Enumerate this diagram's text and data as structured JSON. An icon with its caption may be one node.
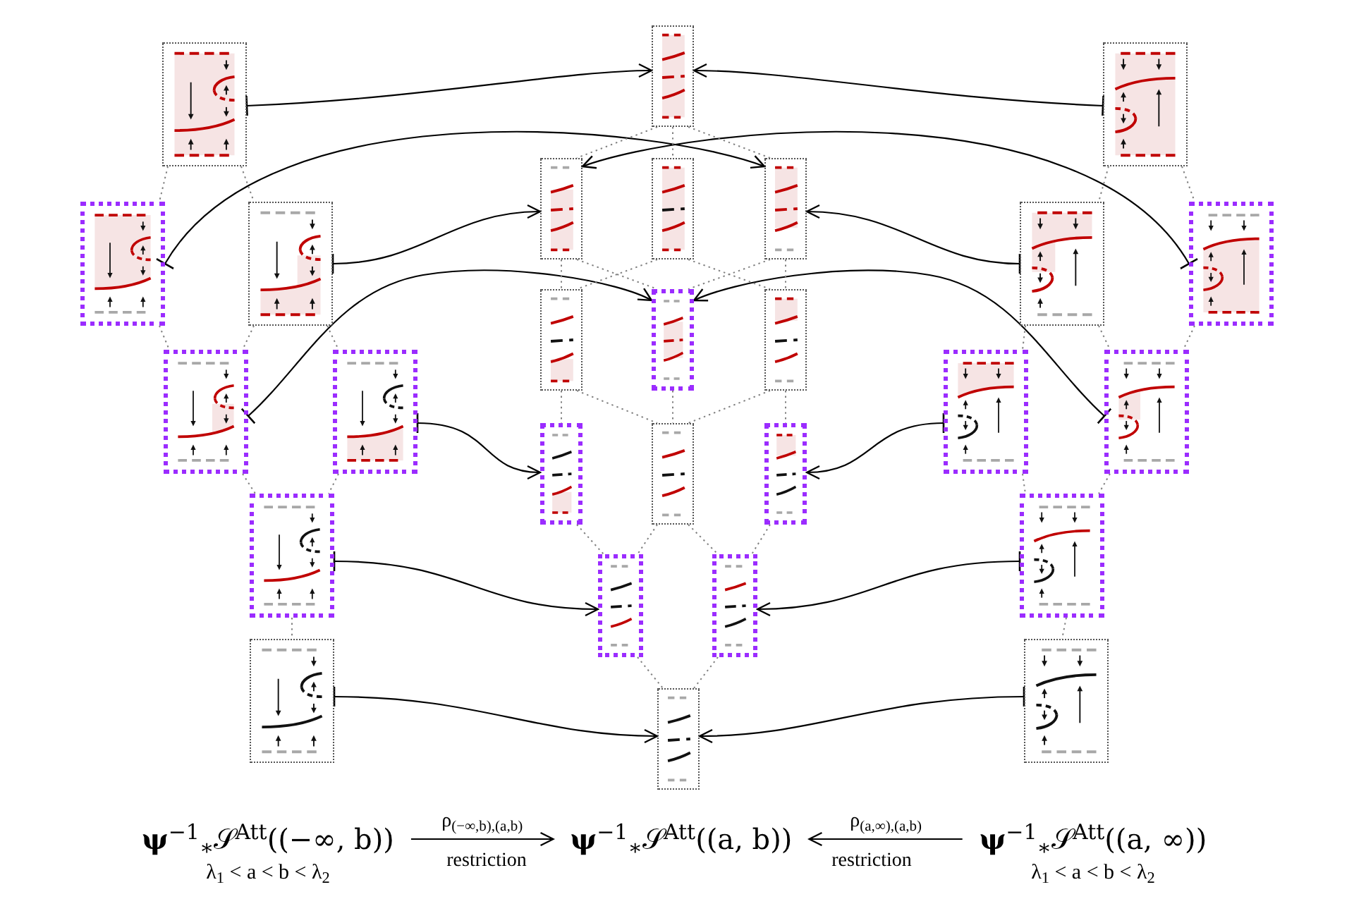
{
  "diagram": {
    "nodes": [
      {
        "text": [],
        "shape": "picture"
      },
      {
        "text": [],
        "shape": "picture"
      },
      {
        "text": [],
        "shape": "picture"
      },
      {
        "text": [],
        "shape": "picture"
      },
      {
        "text": [],
        "shape": "picture"
      },
      {
        "text": [],
        "shape": "picture"
      },
      {
        "text": [],
        "shape": "picture"
      },
      {
        "text": [],
        "shape": "picture"
      },
      {
        "text": [],
        "shape": "picture"
      },
      {
        "text": [],
        "shape": "picture"
      },
      {
        "text": [],
        "shape": "picture"
      },
      {
        "text": [],
        "shape": "picture"
      },
      {
        "text": [],
        "shape": "picture"
      },
      {
        "text": [],
        "shape": "picture"
      },
      {
        "text": [],
        "shape": "picture"
      },
      {
        "text": [],
        "shape": "picture"
      },
      {
        "text": [],
        "shape": "picture"
      },
      {
        "text": [],
        "shape": "picture"
      },
      {
        "text": [],
        "shape": "picture"
      },
      {
        "text": [],
        "shape": "picture"
      },
      {
        "text": [],
        "shape": "picture"
      },
      {
        "text": [],
        "shape": "picture"
      },
      {
        "text": [],
        "shape": "picture"
      },
      {
        "text": [],
        "shape": "picture"
      },
      {
        "text": [],
        "shape": "picture"
      },
      {
        "text": [],
        "shape": "picture"
      },
      {
        "text": [],
        "shape": "picture"
      },
      {
        "text": [
          "**ψ**$^{−1}$$_{∗}$𝒮$^{Att}$((−∞, b))",
          "λ$_{1}$ < a < b < λ$_{2}$"
        ]
      },
      {
        "text": [
          "**ψ**$^{−1}$$_{∗}$𝒮$^{Att}$((a, b))"
        ]
      },
      {
        "text": [
          "**ψ**$^{−1}$$_{∗}$𝒮$^{Att}$((a, ∞))",
          "λ$_{1}$ < a < b < λ$_{2}$"
        ]
      }
    ],
    "edges": [
      {
        "from": 0,
        "to": 7,
        "arrow": "to",
        "color": "#000000"
      },
      {
        "from": 20,
        "to": 7,
        "arrow": "to",
        "color": "#000000"
      },
      {
        "from": 1,
        "to": 10,
        "arrow": "to",
        "color": "#000000"
      },
      {
        "from": 22,
        "to": 8,
        "arrow": "to",
        "color": "#000000"
      },
      {
        "from": 2,
        "to": 8,
        "arrow": "to",
        "color": "#000000"
      },
      {
        "from": 21,
        "to": 10,
        "arrow": "to",
        "color": "#000000"
      },
      {
        "from": 3,
        "to": 12,
        "arrow": "to",
        "color": "#000000"
      },
      {
        "from": 24,
        "to": 12,
        "arrow": "to",
        "color": "#000000"
      },
      {
        "from": 4,
        "to": 14,
        "arrow": "to",
        "color": "#000000"
      },
      {
        "from": 23,
        "to": 16,
        "arrow": "to",
        "color": "#000000"
      },
      {
        "from": 5,
        "to": 17,
        "arrow": "to",
        "color": "#000000"
      },
      {
        "from": 25,
        "to": 18,
        "arrow": "to",
        "color": "#000000"
      },
      {
        "from": 6,
        "to": 19,
        "arrow": "to",
        "color": "#000000"
      },
      {
        "from": 26,
        "to": 19,
        "arrow": "to",
        "color": "#000000"
      },
      {
        "from": 27,
        "to": 28,
        "arrow": "to",
        "label": "ρ$_{(−∞,b),(a,b)}$",
        "color": "#000000"
      },
      {
        "from": 29,
        "to": 28,
        "arrow": "to",
        "label": "ρ$_{(a,∞),(a,b)}$",
        "color": "#000000"
      },
      {
        "from": 0,
        "to": 1,
        "arrow": "none",
        "style": "dashed"
      },
      {
        "from": 0,
        "to": 2,
        "arrow": "none",
        "style": "dashed"
      },
      {
        "from": 1,
        "to": 3,
        "arrow": "none",
        "style": "dashed"
      },
      {
        "from": 2,
        "to": 3,
        "arrow": "none",
        "style": "dashed"
      },
      {
        "from": 2,
        "to": 4,
        "arrow": "none",
        "style": "dashed"
      },
      {
        "from": 3,
        "to": 5,
        "arrow": "none",
        "style": "dashed"
      },
      {
        "from": 4,
        "to": 5,
        "arrow": "none",
        "style": "dashed"
      },
      {
        "from": 5,
        "to": 6,
        "arrow": "none",
        "style": "dashed"
      },
      {
        "from": 7,
        "to": 8,
        "arrow": "none",
        "style": "dashed"
      },
      {
        "from": 7,
        "to": 9,
        "arrow": "none",
        "style": "dashed"
      },
      {
        "from": 7,
        "to": 10,
        "arrow": "none",
        "style": "dashed"
      },
      {
        "from": 8,
        "to": 11,
        "arrow": "none",
        "style": "dashed"
      },
      {
        "from": 8,
        "to": 12,
        "arrow": "none",
        "style": "dashed"
      },
      {
        "from": 9,
        "to": 11,
        "arrow": "none",
        "style": "dashed"
      },
      {
        "from": 9,
        "to": 13,
        "arrow": "none",
        "style": "dashed"
      },
      {
        "from": 10,
        "to": 12,
        "arrow": "none",
        "style": "dashed"
      },
      {
        "from": 10,
        "to": 13,
        "arrow": "none",
        "style": "dashed"
      },
      {
        "from": 11,
        "to": 14,
        "arrow": "none",
        "style": "dashed"
      },
      {
        "from": 11,
        "to": 15,
        "arrow": "none",
        "style": "dashed"
      },
      {
        "from": 12,
        "to": 15,
        "arrow": "none",
        "style": "dashed"
      },
      {
        "from": 13,
        "to": 15,
        "arrow": "none",
        "style": "dashed"
      },
      {
        "from": 13,
        "to": 16,
        "arrow": "none",
        "style": "dashed"
      },
      {
        "from": 14,
        "to": 17,
        "arrow": "none",
        "style": "dashed"
      },
      {
        "from": 15,
        "to": 17,
        "arrow": "none",
        "style": "dashed"
      },
      {
        "from": 15,
        "to": 18,
        "arrow": "none",
        "style": "dashed"
      },
      {
        "from": 16,
        "to": 18,
        "arrow": "none",
        "style": "dashed"
      },
      {
        "from": 17,
        "to": 19,
        "arrow": "none",
        "style": "dashed"
      },
      {
        "from": 18,
        "to": 19,
        "arrow": "none",
        "style": "dashed"
      },
      {
        "from": 20,
        "to": 21,
        "arrow": "none",
        "style": "dashed"
      },
      {
        "from": 20,
        "to": 22,
        "arrow": "none",
        "style": "dashed"
      },
      {
        "from": 21,
        "to": 23,
        "arrow": "none",
        "style": "dashed"
      },
      {
        "from": 21,
        "to": 24,
        "arrow": "none",
        "style": "dashed"
      },
      {
        "from": 22,
        "to": 24,
        "arrow": "none",
        "style": "dashed"
      },
      {
        "from": 23,
        "to": 25,
        "arrow": "none",
        "style": "dashed"
      },
      {
        "from": 24,
        "to": 25,
        "arrow": "none",
        "style": "dashed"
      },
      {
        "from": 25,
        "to": 26,
        "arrow": "none",
        "style": "dashed"
      }
    ],
    "labels": [
      "restriction",
      "restriction"
    ]
  }
}
